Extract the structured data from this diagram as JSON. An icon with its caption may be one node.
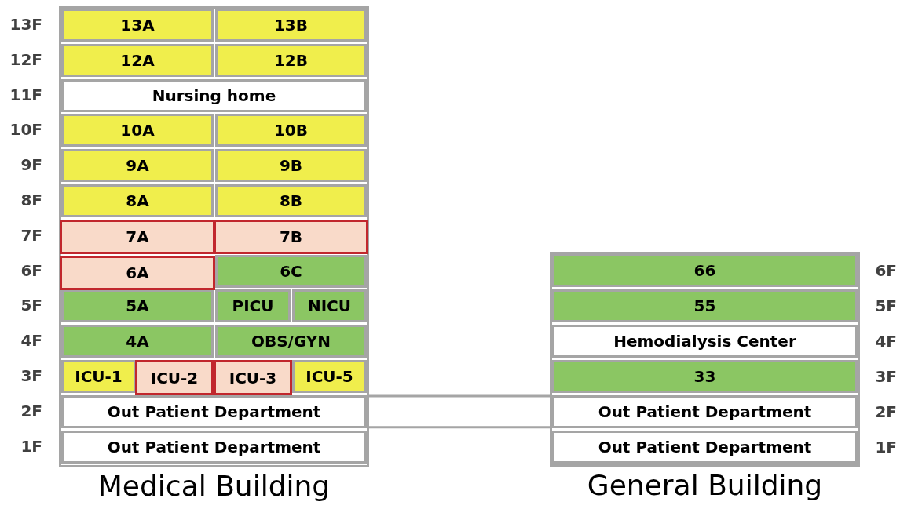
{
  "diagram": {
    "nodes": [
      {
        "text": [
          "Medical Building"
        ]
      },
      {
        "text": [
          "13A"
        ],
        "in": 0
      },
      {
        "text": [
          "13B"
        ],
        "in": 0
      },
      {
        "text": [
          "12A"
        ],
        "in": 0
      },
      {
        "text": [
          "12B"
        ],
        "in": 0
      },
      {
        "text": [
          "Nursing home"
        ],
        "in": 0
      },
      {
        "text": [
          "10A"
        ],
        "in": 0
      },
      {
        "text": [
          "10B"
        ],
        "in": 0
      },
      {
        "text": [
          "9A"
        ],
        "in": 0
      },
      {
        "text": [
          "9B"
        ],
        "in": 0
      },
      {
        "text": [
          "8A"
        ],
        "in": 0
      },
      {
        "text": [
          "8B"
        ],
        "in": 0
      },
      {
        "text": [
          "7A"
        ],
        "in": 0
      },
      {
        "text": [
          "7B"
        ],
        "in": 0
      },
      {
        "text": [
          "6A"
        ],
        "in": 0
      },
      {
        "text": [
          "6C"
        ],
        "in": 0
      },
      {
        "text": [
          "5A"
        ],
        "in": 0
      },
      {
        "text": [
          "PICU"
        ],
        "in": 0
      },
      {
        "text": [
          "NICU"
        ],
        "in": 0
      },
      {
        "text": [
          "4A"
        ],
        "in": 0
      },
      {
        "text": [
          "OBS/GYN"
        ],
        "in": 0
      },
      {
        "text": [
          "ICU-1"
        ],
        "in": 0
      },
      {
        "text": [
          "ICU-2"
        ],
        "in": 0
      },
      {
        "text": [
          "ICU-3"
        ],
        "in": 0
      },
      {
        "text": [
          "ICU-5"
        ],
        "in": 0
      },
      {
        "text": [
          "Out Patient Department"
        ],
        "in": 0
      },
      {
        "text": [
          "Out Patient Department"
        ],
        "in": 0
      },
      {
        "text": [
          "General Building"
        ]
      },
      {
        "text": [
          "66"
        ],
        "in": 27
      },
      {
        "text": [
          "55"
        ],
        "in": 27
      },
      {
        "text": [
          "Hemodialysis Center"
        ],
        "in": 27
      },
      {
        "text": [
          "33"
        ],
        "in": 27
      },
      {
        "text": [
          "Out Patient Department"
        ],
        "in": 27
      },
      {
        "text": [
          "Out Patient Department"
        ],
        "in": 27
      }
    ],
    "edges": [
      {
        "from": 25,
        "to": 32,
        "arrow": "none"
      },
      {
        "from": 25,
        "to": 32,
        "arrow": "none"
      }
    ],
    "labels": [
      "13F",
      "12F",
      "11F",
      "10F",
      "9F",
      "8F",
      "7F",
      "6F",
      "5F",
      "4F",
      "3F",
      "2F",
      "1F",
      "6F",
      "5F",
      "4F",
      "3F",
      "2F",
      "1F"
    ]
  }
}
